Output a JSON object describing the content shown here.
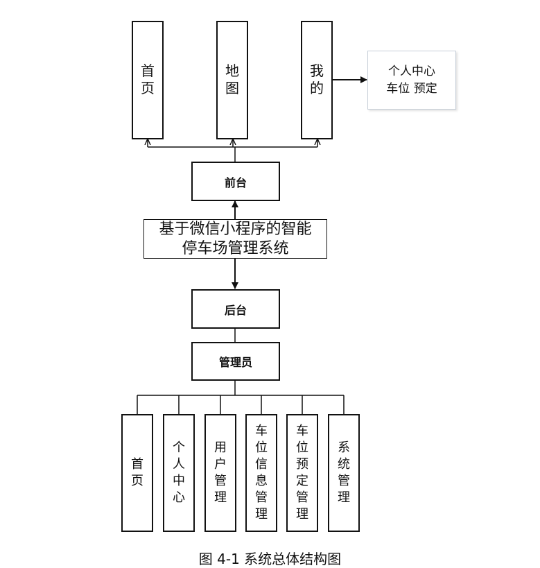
{
  "frontend_modules": [
    {
      "name": "home",
      "label": "首页"
    },
    {
      "name": "map",
      "label": "地图"
    },
    {
      "name": "mine",
      "label": "我的"
    }
  ],
  "mine_submodules": {
    "line1": "个人中心",
    "line2": "车位 预定"
  },
  "frontend_label": "前台",
  "system_title": {
    "line1": "基于微信小程序的智能",
    "line2": "停车场管理系统"
  },
  "backend_label": "后台",
  "admin_label": "管理员",
  "admin_modules": [
    {
      "name": "home",
      "label": "首页"
    },
    {
      "name": "personal-center",
      "label": "个人中心"
    },
    {
      "name": "user-management",
      "label": "用户管理"
    },
    {
      "name": "parking-space-info-management",
      "label": "车位信息管理"
    },
    {
      "name": "parking-space-booking-management",
      "label": "车位预定管理"
    },
    {
      "name": "system-management",
      "label": "系统管理"
    }
  ],
  "caption": "图 4-1 系统总体结构图"
}
